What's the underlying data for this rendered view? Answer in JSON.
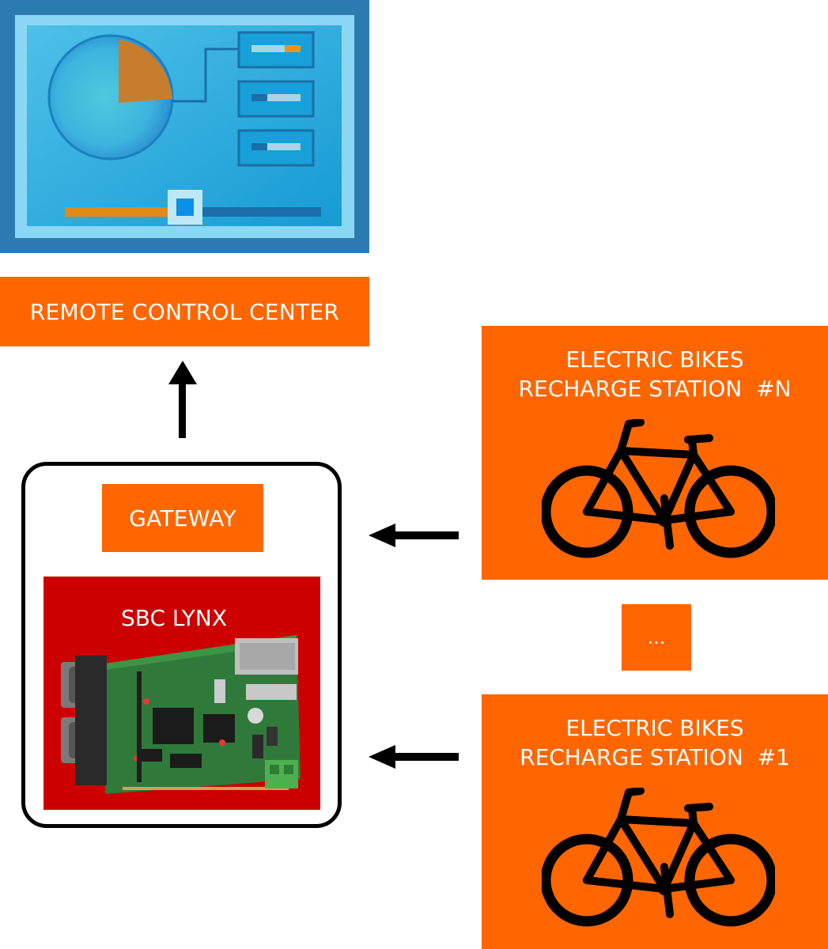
{
  "remote_control_center": {
    "label": "REMOTE CONTROL CENTER"
  },
  "gateway_box": {
    "gateway_label": "GATEWAY",
    "sbc_label": "SBC LYNX"
  },
  "stations": {
    "top": {
      "line1": "ELECTRIC BIKES",
      "line2": "RECHARGE STATION",
      "id": "#N"
    },
    "ellipsis": "...",
    "bottom": {
      "line1": "ELECTRIC BIKES",
      "line2": "RECHARGE STATION",
      "id": "#1"
    }
  },
  "icons": {
    "dashboard": "dashboard-monitor-icon",
    "bike": "bicycle-icon",
    "board": "circuit-board-image",
    "arrows": "arrow-icon"
  },
  "colors": {
    "orange": "#ff6600",
    "red": "#cc0000",
    "monitor_frame": "#2c7bb0",
    "monitor_screen": "#1fa6d9",
    "black": "#000000"
  }
}
